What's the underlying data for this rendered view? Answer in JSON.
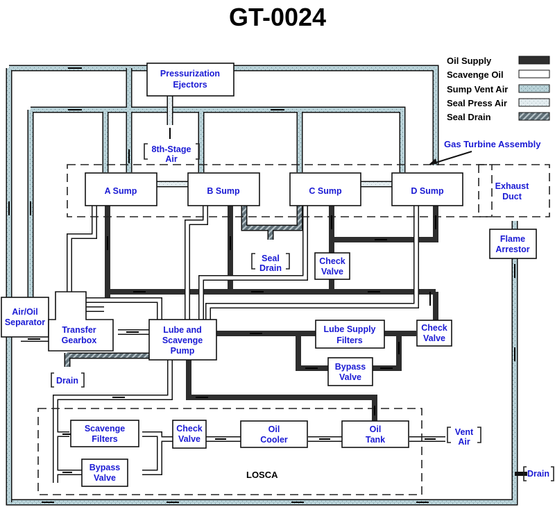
{
  "title": "GT-0024",
  "legend": {
    "items": [
      {
        "label": "Oil Supply",
        "key": "oil"
      },
      {
        "label": "Scavenge Oil",
        "key": "scav"
      },
      {
        "label": "Sump Vent Air",
        "key": "vent"
      },
      {
        "label": "Seal Press Air",
        "key": "seal"
      },
      {
        "label": "Seal Drain",
        "key": "drain"
      }
    ]
  },
  "colors": {
    "oil_supply": "#2e2e2e",
    "scavenge_oil": "#ffffff",
    "sump_vent_air": "#b9d2d8",
    "seal_press_air": "#dfe9ec",
    "seal_drain": "#5e6e76",
    "label_blue": "#1a1ad4",
    "outline": "#111111"
  },
  "regions": {
    "gas_turbine_assembly": "Gas Turbine Assembly",
    "losca": "LOSCA"
  },
  "components": {
    "pressurization_ejectors": [
      "Pressurization",
      "Ejectors"
    ],
    "eighth_stage_air": [
      "8th-Stage",
      "Air"
    ],
    "a_sump": "A Sump",
    "b_sump": "B Sump",
    "c_sump": "C Sump",
    "d_sump": "D Sump",
    "exhaust_duct": [
      "Exhaust",
      "Duct"
    ],
    "flame_arrestor": [
      "Flame",
      "Arrestor"
    ],
    "seal_drain": [
      "Seal",
      "Drain"
    ],
    "check_valve_upper": [
      "Check",
      "Valve"
    ],
    "air_oil_separator": [
      "Air/Oil",
      "Separator"
    ],
    "transfer_gearbox": [
      "Transfer",
      "Gearbox"
    ],
    "lube_scavenge_pump": [
      "Lube and",
      "Scavenge",
      "Pump"
    ],
    "lube_supply_filters": [
      "Lube Supply",
      "Filters"
    ],
    "bypass_valve_upper": [
      "Bypass",
      "Valve"
    ],
    "check_valve_right": [
      "Check",
      "Valve"
    ],
    "drain_left": "Drain",
    "scavenge_filters": [
      "Scavenge",
      "Filters"
    ],
    "bypass_valve_lower": [
      "Bypass",
      "Valve"
    ],
    "check_valve_lower": [
      "Check",
      "Valve"
    ],
    "oil_cooler": [
      "Oil",
      "Cooler"
    ],
    "oil_tank": [
      "Oil",
      "Tank"
    ],
    "vent_air": [
      "Vent",
      "Air"
    ],
    "drain_right": "Drain"
  }
}
